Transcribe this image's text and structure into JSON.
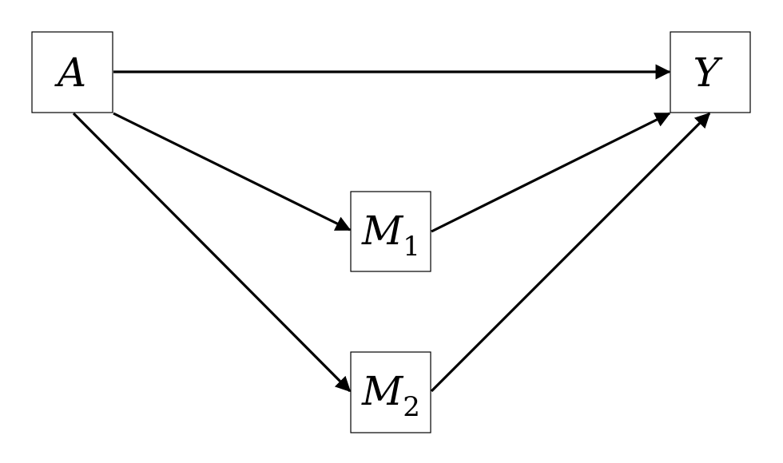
{
  "nodes": {
    "a": {
      "label": "A"
    },
    "y": {
      "label": "Y"
    },
    "m1": {
      "label": "M",
      "sub": "1"
    },
    "m2": {
      "label": "M",
      "sub": "2"
    }
  },
  "edges": [
    {
      "from": "A",
      "to": "Y"
    },
    {
      "from": "A",
      "to": "M_1"
    },
    {
      "from": "A",
      "to": "M_2"
    },
    {
      "from": "M_1",
      "to": "Y"
    },
    {
      "from": "M_2",
      "to": "Y"
    }
  ],
  "colors": {
    "stroke": "#000000",
    "background": "#ffffff"
  }
}
